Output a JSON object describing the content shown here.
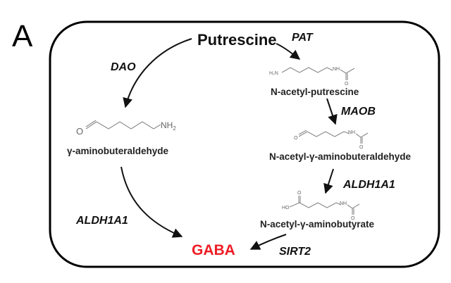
{
  "figure": {
    "panel_label": "A",
    "colors": {
      "gaba": "#ee1c25",
      "aldh1a1_pink": "#ee3d9b",
      "sirt2_teal": "#2aaaa0",
      "default_text": "#111111"
    }
  },
  "compounds": {
    "putrescine": "Putrescine",
    "gamma_aminobuteraldehyde": "γ-aminobuteraldehyde",
    "n_acetyl_putrescine": "N-acetyl-putrescine",
    "n_acetyl_gamma_aminobuteraldehyde": "N-acetyl-γ-aminobuteraldehyde",
    "n_acetyl_gamma_aminobutyrate": "N-acetyl-γ-aminobutyrate",
    "gaba": "GABA"
  },
  "enzymes": {
    "dao": "DAO",
    "pat": "PAT",
    "maob": "MAOB",
    "aldh1a1_left": "ALDH1A1",
    "aldh1a1_right": "ALDH1A1",
    "sirt2": "SIRT2"
  },
  "atoms": {
    "o": "O",
    "nh2": "NH",
    "sub2": "2",
    "h2n": "H₂N",
    "nh": "NH",
    "ho": "HO"
  },
  "pathway": [
    {
      "from": "Putrescine",
      "to": "γ-aminobuteraldehyde",
      "enzyme": "DAO"
    },
    {
      "from": "γ-aminobuteraldehyde",
      "to": "GABA",
      "enzyme": "ALDH1A1"
    },
    {
      "from": "Putrescine",
      "to": "N-acetyl-putrescine",
      "enzyme": "PAT"
    },
    {
      "from": "N-acetyl-putrescine",
      "to": "N-acetyl-γ-aminobuteraldehyde",
      "enzyme": "MAOB"
    },
    {
      "from": "N-acetyl-γ-aminobuteraldehyde",
      "to": "N-acetyl-γ-aminobutyrate",
      "enzyme": "ALDH1A1"
    },
    {
      "from": "N-acetyl-γ-aminobutyrate",
      "to": "GABA",
      "enzyme": "SIRT2"
    }
  ]
}
